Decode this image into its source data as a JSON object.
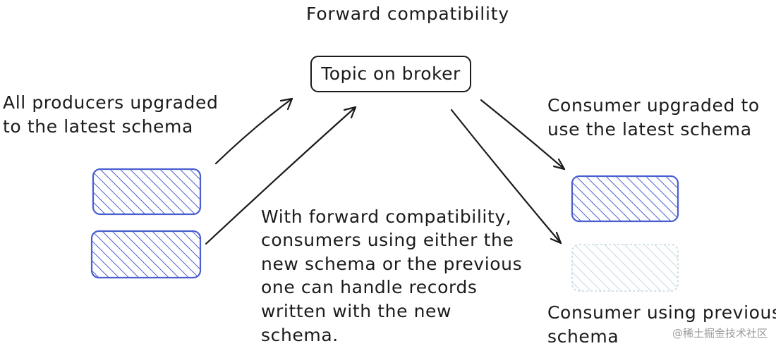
{
  "diagram": {
    "title": "Forward compatibility",
    "topic": "Topic on broker",
    "producers_label": [
      "All producers upgraded",
      "to the latest schema"
    ],
    "consumer_upgraded_label": [
      "Consumer upgraded to",
      "use the latest schema"
    ],
    "consumer_previous_label": [
      "Consumer using previous",
      "schema"
    ],
    "note": [
      "With forward compatibility,",
      "consumers using either the",
      "new schema or the previous",
      "one can handle records",
      "written with the new",
      "schema."
    ]
  },
  "colors": {
    "producer_blue": "#4a5fd0",
    "faded_consumer": "#a9c4cf",
    "ink": "#1b1b1b"
  },
  "watermark": "@稀土掘金技术社区"
}
